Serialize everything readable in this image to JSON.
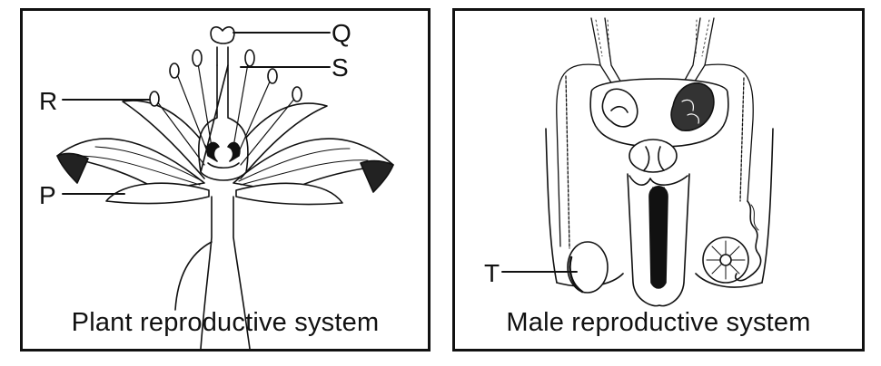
{
  "panels": {
    "left": {
      "caption": "Plant reproductive system"
    },
    "right": {
      "caption": "Male reproductive system"
    }
  },
  "labels": {
    "P": "P",
    "Q": "Q",
    "R": "R",
    "S": "S",
    "T": "T"
  }
}
